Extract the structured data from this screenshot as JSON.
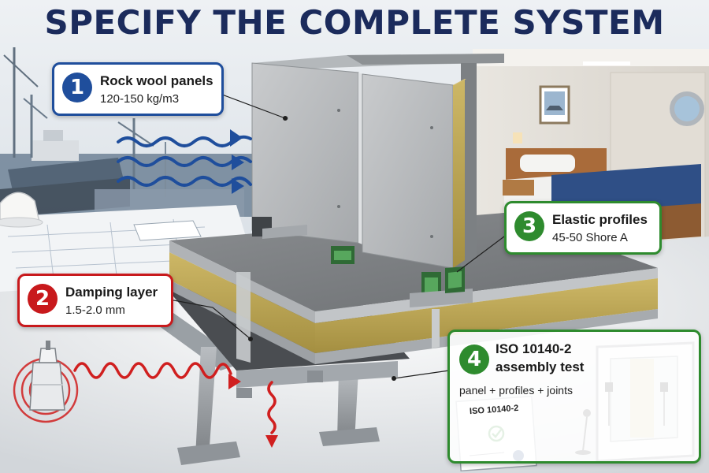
{
  "title": "SPECIFY THE COMPLETE SYSTEM",
  "colors": {
    "title": "#1b2b5c",
    "blue": "#1f4e9c",
    "red": "#c8191c",
    "green": "#2e8b2e"
  },
  "callouts": [
    {
      "number": "1",
      "title": "Rock wool panels",
      "subtitle": "120-150 kg/m3",
      "color": "#1f4e9c"
    },
    {
      "number": "2",
      "title": "Damping layer",
      "subtitle": "1.5-2.0 mm",
      "color": "#c8191c"
    },
    {
      "number": "3",
      "title": "Elastic profiles",
      "subtitle": "45-50 Shore A",
      "color": "#2e8b2e"
    },
    {
      "number": "4",
      "title": "ISO 10140-2",
      "title2": "assembly test",
      "subtitle": "panel + profiles + joints",
      "color": "#2e8b2e"
    }
  ],
  "certificate": {
    "label": "ISO 10140-2"
  }
}
